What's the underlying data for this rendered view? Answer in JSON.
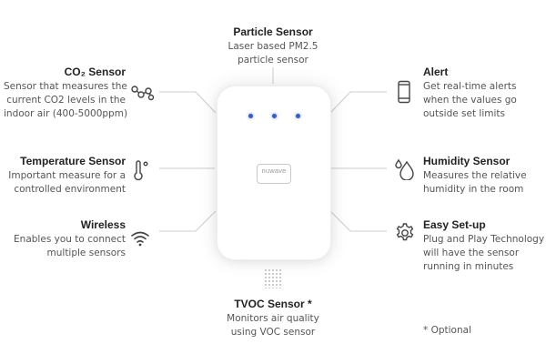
{
  "colors": {
    "led": "#3a5fb7",
    "connector": "#cccccc",
    "icon": "#444444"
  },
  "device": {
    "brand": "nuwave",
    "led_count": 3
  },
  "features": {
    "particle": {
      "icon": "none",
      "title": "Particle Sensor",
      "lines": [
        "Laser based PM2.5",
        "particle sensor"
      ]
    },
    "co2": {
      "icon": "molecule-icon",
      "title": "CO₂ Sensor",
      "lines": [
        "Sensor that measures the",
        "current CO2 levels in the",
        "indoor air (400-5000ppm)"
      ]
    },
    "temperature": {
      "icon": "thermometer-icon",
      "title": "Temperature Sensor",
      "lines": [
        "Important measure for a",
        "controlled environment"
      ]
    },
    "wireless": {
      "icon": "wifi-icon",
      "title": "Wireless",
      "lines": [
        "Enables you to connect",
        "multiple sensors"
      ]
    },
    "alert": {
      "icon": "smartphone-icon",
      "title": "Alert",
      "lines": [
        "Get real-time alerts",
        "when the values go",
        "outside set limits"
      ]
    },
    "humidity": {
      "icon": "water-drop-icon",
      "title": "Humidity Sensor",
      "lines": [
        "Measures the relative",
        "humidity in the room"
      ]
    },
    "setup": {
      "icon": "gear-icon",
      "title": "Easy Set-up",
      "lines": [
        "Plug and Play Technology",
        "will have the sensor",
        "running in minutes"
      ]
    },
    "tvoc": {
      "icon": "none",
      "title": "TVOC Sensor *",
      "lines": [
        "Monitors air quality",
        "using VOC sensor"
      ]
    }
  },
  "footnote": "* Optional"
}
